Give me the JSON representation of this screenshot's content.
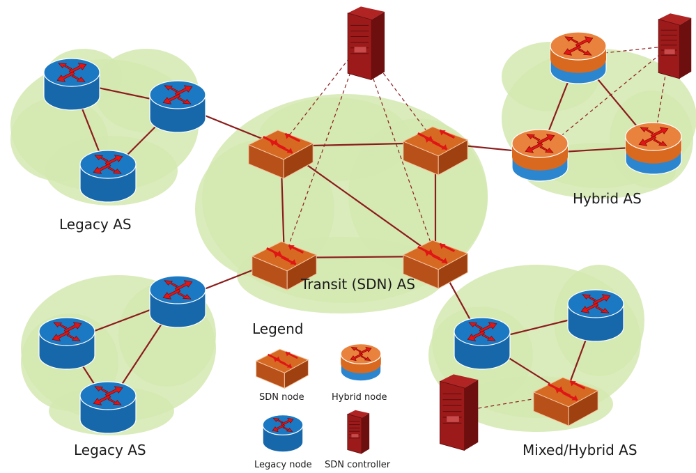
{
  "domains": [
    {
      "id": "legacy-top",
      "label": "Legacy AS"
    },
    {
      "id": "transit",
      "label": "Transit (SDN) AS"
    },
    {
      "id": "hybrid",
      "label": "Hybrid AS"
    },
    {
      "id": "legacy-bottom",
      "label": "Legacy AS"
    },
    {
      "id": "mixed",
      "label": "Mixed/Hybrid AS"
    }
  ],
  "legend": {
    "title": "Legend",
    "items": [
      {
        "kind": "sdn",
        "label": "SDN node"
      },
      {
        "kind": "hybrid",
        "label": "Hybrid node"
      },
      {
        "kind": "legacy",
        "label": "Legacy node"
      },
      {
        "kind": "controller",
        "label": "SDN controller"
      }
    ]
  },
  "colors": {
    "cloud": "#d3e9b0",
    "cloud_dark": "#bfdd92",
    "link": "#8b1c1c",
    "legacy": "#1b78c2",
    "hybrid": "#e8823c",
    "sdn": "#c85a1a",
    "controller": "#9c1a1a",
    "arrow": "#e01515"
  },
  "nodes": [
    {
      "id": "L1",
      "kind": "legacy"
    },
    {
      "id": "L2",
      "kind": "legacy"
    },
    {
      "id": "L3",
      "kind": "legacy"
    },
    {
      "id": "S1",
      "kind": "sdn"
    },
    {
      "id": "S2",
      "kind": "sdn"
    },
    {
      "id": "S3",
      "kind": "sdn"
    },
    {
      "id": "S4",
      "kind": "sdn"
    },
    {
      "id": "C1",
      "kind": "controller"
    },
    {
      "id": "H1",
      "kind": "hybrid"
    },
    {
      "id": "H2",
      "kind": "hybrid"
    },
    {
      "id": "H3",
      "kind": "hybrid"
    },
    {
      "id": "C2",
      "kind": "controller"
    },
    {
      "id": "B1",
      "kind": "legacy"
    },
    {
      "id": "B2",
      "kind": "legacy"
    },
    {
      "id": "B3",
      "kind": "legacy"
    },
    {
      "id": "M1",
      "kind": "legacy"
    },
    {
      "id": "M2",
      "kind": "legacy"
    },
    {
      "id": "M3",
      "kind": "sdn"
    },
    {
      "id": "C3",
      "kind": "controller"
    }
  ],
  "links": [
    [
      "L1",
      "L2"
    ],
    [
      "L1",
      "L3"
    ],
    [
      "L2",
      "L3"
    ],
    [
      "L2",
      "S1"
    ],
    [
      "S1",
      "S2"
    ],
    [
      "S1",
      "S3"
    ],
    [
      "S1",
      "S4"
    ],
    [
      "S2",
      "S4"
    ],
    [
      "S3",
      "S4"
    ],
    [
      "S2",
      "H2"
    ],
    [
      "H1",
      "H2"
    ],
    [
      "H1",
      "H3"
    ],
    [
      "H2",
      "H3"
    ],
    [
      "S3",
      "B2"
    ],
    [
      "B1",
      "B2"
    ],
    [
      "B1",
      "B3"
    ],
    [
      "B2",
      "B3"
    ],
    [
      "S4",
      "M1"
    ],
    [
      "M1",
      "M2"
    ],
    [
      "M1",
      "M3"
    ],
    [
      "M2",
      "M3"
    ]
  ],
  "control_links": [
    [
      "C1",
      "S1"
    ],
    [
      "C1",
      "S2"
    ],
    [
      "C1",
      "S3"
    ],
    [
      "C1",
      "S4"
    ],
    [
      "C2",
      "H1"
    ],
    [
      "C2",
      "H2"
    ],
    [
      "C2",
      "H3"
    ],
    [
      "C3",
      "M3"
    ]
  ]
}
